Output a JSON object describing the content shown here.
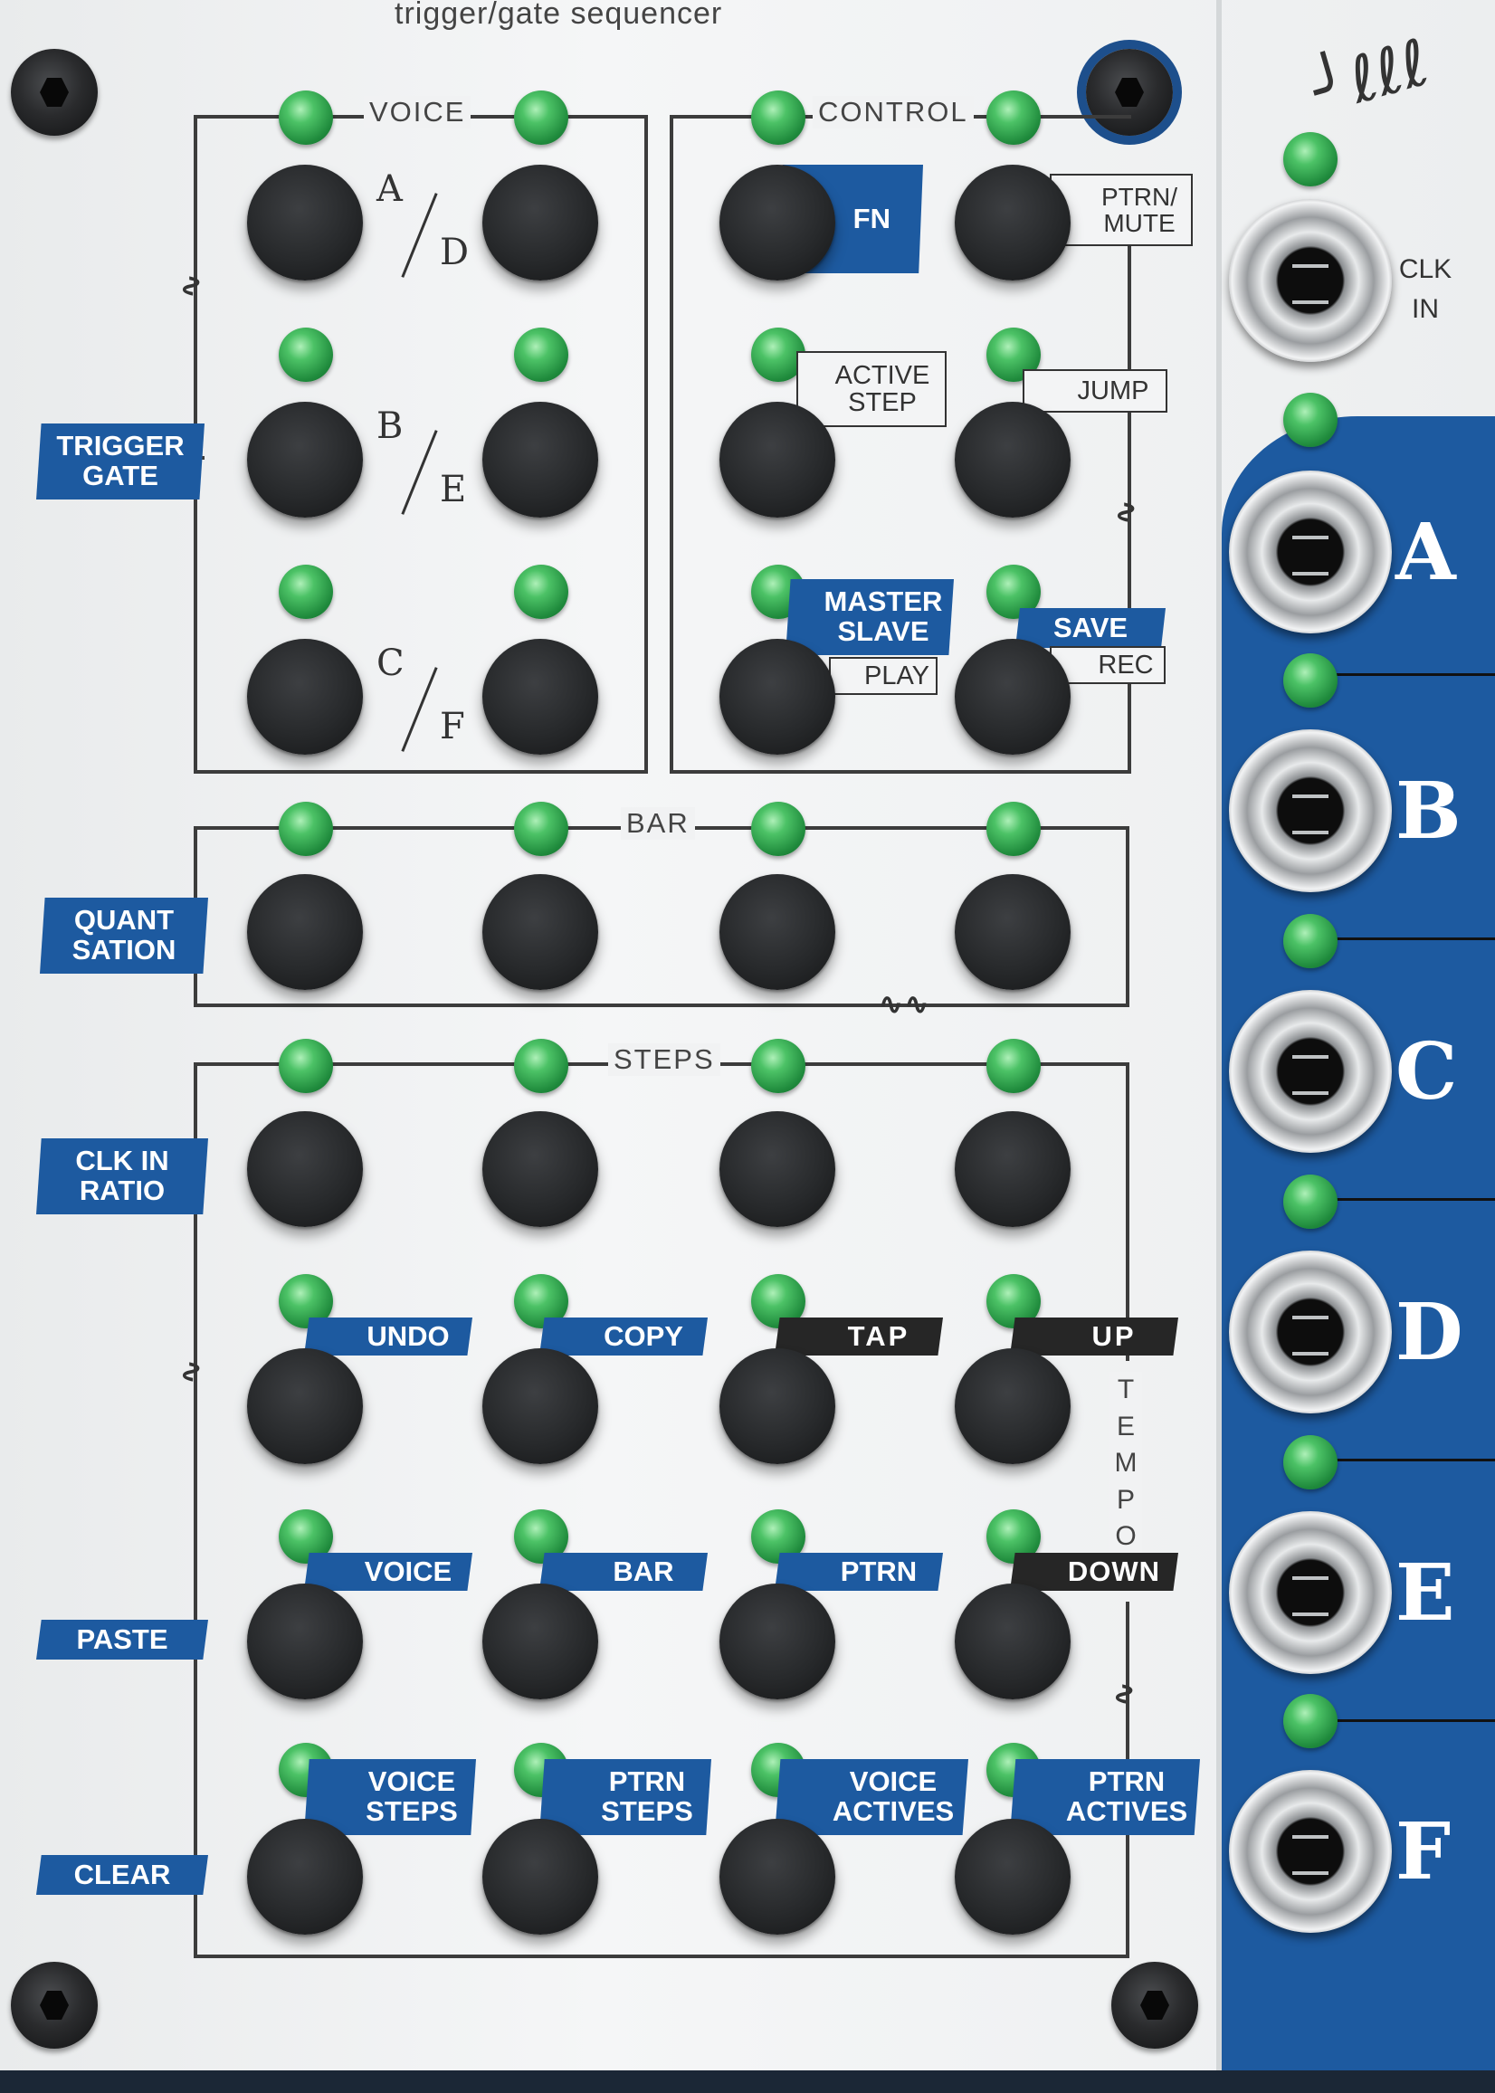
{
  "module": {
    "title": "trigger/gate sequencer"
  },
  "sections": {
    "voice": "VOICE",
    "control": "CONTROL",
    "bar": "BAR",
    "steps": "STEPS",
    "tempo": "TEMPO"
  },
  "voice_letters": [
    {
      "top": "A",
      "bottom": "D"
    },
    {
      "top": "B",
      "bottom": "E"
    },
    {
      "top": "C",
      "bottom": "F"
    }
  ],
  "side_tags": {
    "trigger_gate": "TRIGGER GATE",
    "quantisation": "QUANT SATION",
    "clk_in_ratio": "CLK IN RATIO",
    "paste": "PASTE",
    "clear": "CLEAR"
  },
  "control_labels": {
    "fn": "FN",
    "ptrn_mute": "PTRN/ MUTE",
    "active_step": "ACTIVE STEP",
    "jump": "JUMP",
    "master_slave": "MASTER SLAVE",
    "play": "PLAY",
    "save": "SAVE",
    "rec": "REC"
  },
  "step_labels": {
    "undo": "UNDO",
    "copy": "COPY",
    "tap": "TAP",
    "up": "UP",
    "voice": "VOICE",
    "bar": "BAR",
    "ptrn": "PTRN",
    "down": "DOWN",
    "voice_steps": "VOICE STEPS",
    "ptrn_steps": "PTRN STEPS",
    "voice_actives": "VOICE ACTIVES",
    "ptrn_actives": "PTRN ACTIVES"
  },
  "clk_in": "CLK IN",
  "outputs": [
    "A",
    "B",
    "C",
    "D",
    "E",
    "F"
  ],
  "colors": {
    "panel": "#eef0f1",
    "accent_blue": "#1d5aa0",
    "led_green": "#3dbb5c",
    "button": "#25272a"
  }
}
